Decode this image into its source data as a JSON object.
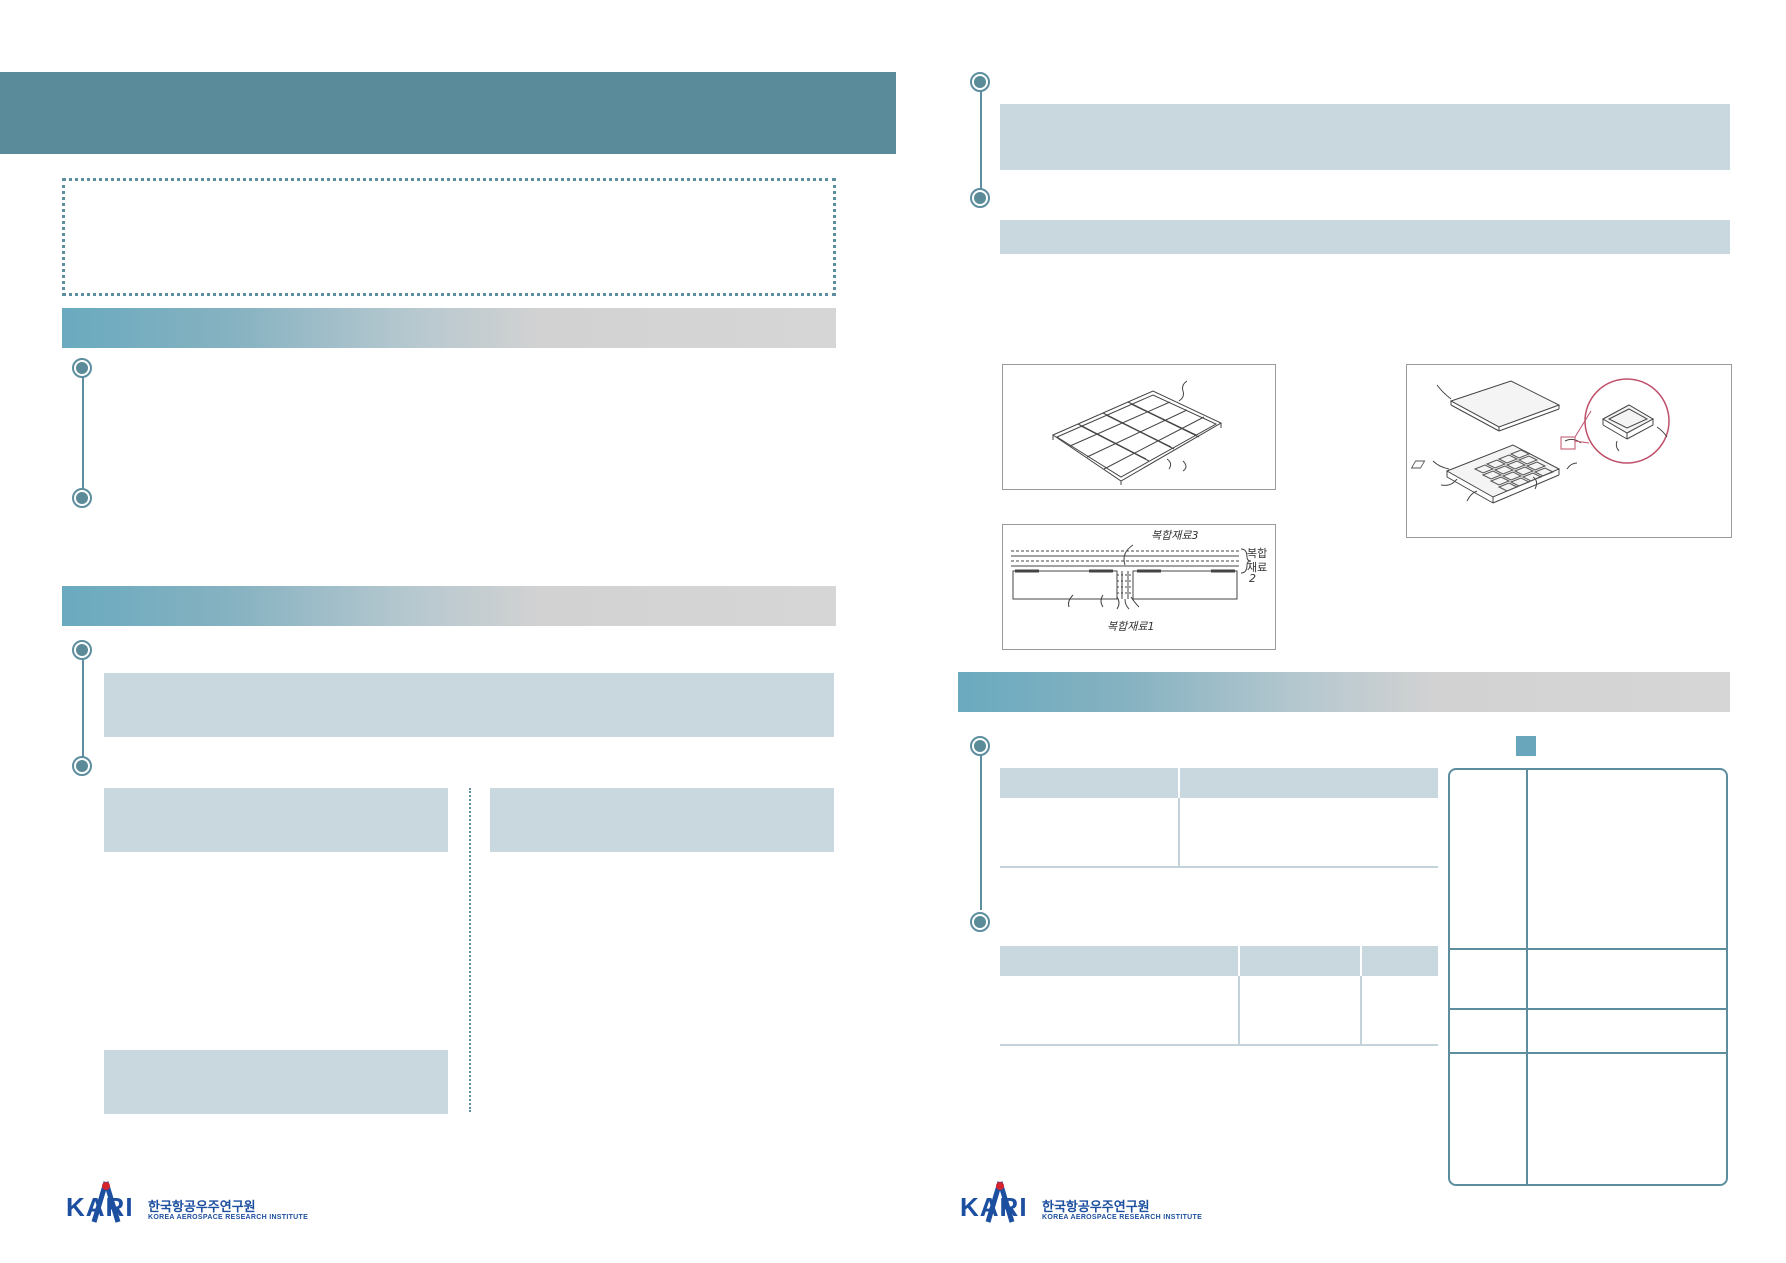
{
  "logo": {
    "mark": "KARI",
    "name_kr": "한국항공우주연구원",
    "name_en": "KOREA AEROSPACE RESEARCH INSTITUTE"
  },
  "figures": {
    "cross_section": {
      "label_material3": "복합재료3",
      "label_material2_line1": "복합",
      "label_material2_line2": "재료",
      "label_material2_line3": "2",
      "label_material1": "복합재료1"
    }
  },
  "colors": {
    "header_teal": "#5a8b9a",
    "accent": "#5d8ea0",
    "box_fill": "#c9d8de",
    "logo_blue": "#1d4fa0"
  }
}
